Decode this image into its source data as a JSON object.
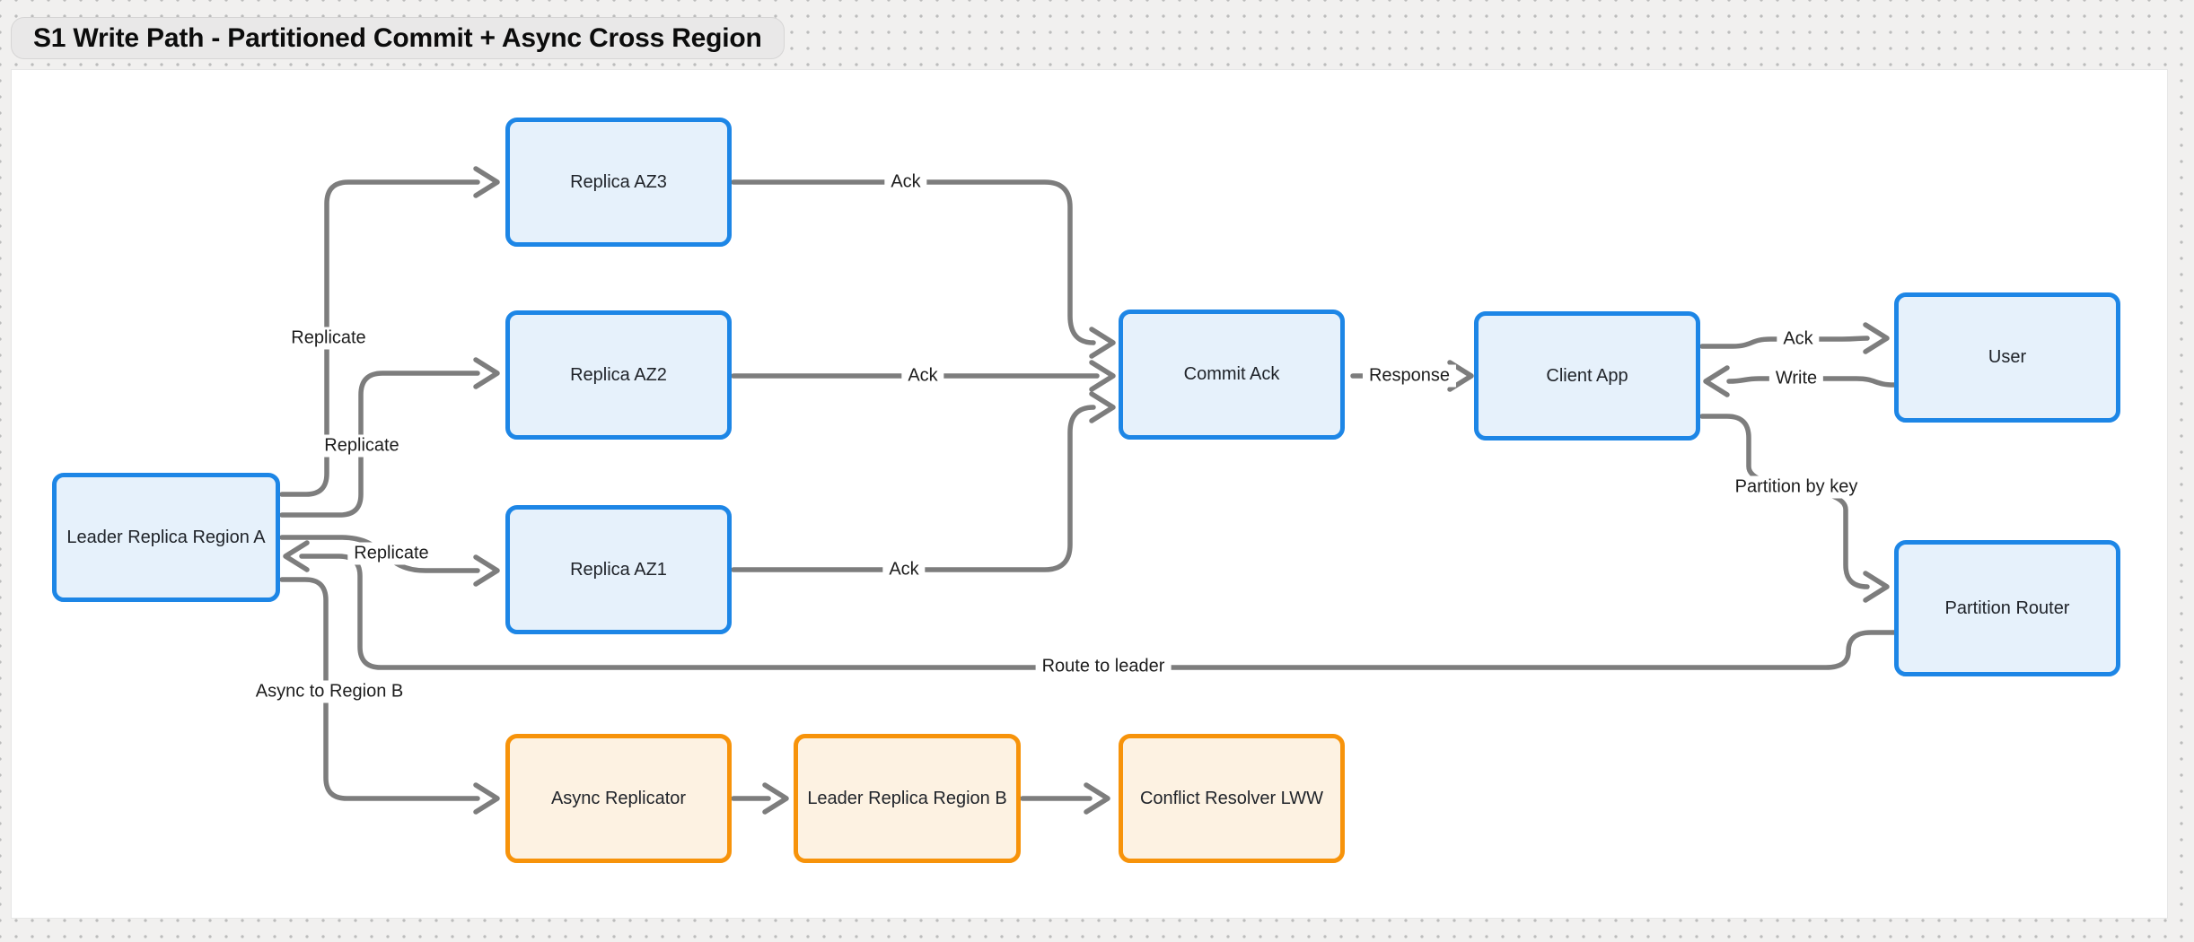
{
  "title": {
    "text": "S1 Write Path - Partitioned Commit + Async Cross Region"
  },
  "nodes": {
    "replica_az3": {
      "label": "Replica AZ3",
      "color": "blue"
    },
    "replica_az2": {
      "label": "Replica AZ2",
      "color": "blue"
    },
    "replica_az1": {
      "label": "Replica AZ1",
      "color": "blue"
    },
    "leader_region_a": {
      "label": "Leader Replica Region A",
      "color": "blue"
    },
    "commit_ack": {
      "label": "Commit Ack",
      "color": "blue"
    },
    "client_app": {
      "label": "Client App",
      "color": "blue"
    },
    "user": {
      "label": "User",
      "color": "blue"
    },
    "partition_router": {
      "label": "Partition Router",
      "color": "blue"
    },
    "async_replicator": {
      "label": "Async Replicator",
      "color": "orange"
    },
    "leader_region_b": {
      "label": "Leader Replica Region B",
      "color": "orange"
    },
    "conflict_resolver": {
      "label": "Conflict Resolver LWW",
      "color": "orange"
    }
  },
  "edge_labels": {
    "replicate_az3": "Replicate",
    "replicate_az2": "Replicate",
    "replicate_az1": "Replicate",
    "async_to_region_b": "Async to Region B",
    "ack_az3": "Ack",
    "ack_az2": "Ack",
    "ack_az1": "Ack",
    "response": "Response",
    "ack_to_user": "Ack",
    "write": "Write",
    "partition_by_key": "Partition by key",
    "route_to_leader": "Route to leader"
  },
  "colors": {
    "blue_border": "#1d86e6",
    "blue_fill": "#e6f1fb",
    "orange_border": "#f7930a",
    "orange_fill": "#fdf2e2",
    "arrow": "#7d7d7d"
  }
}
